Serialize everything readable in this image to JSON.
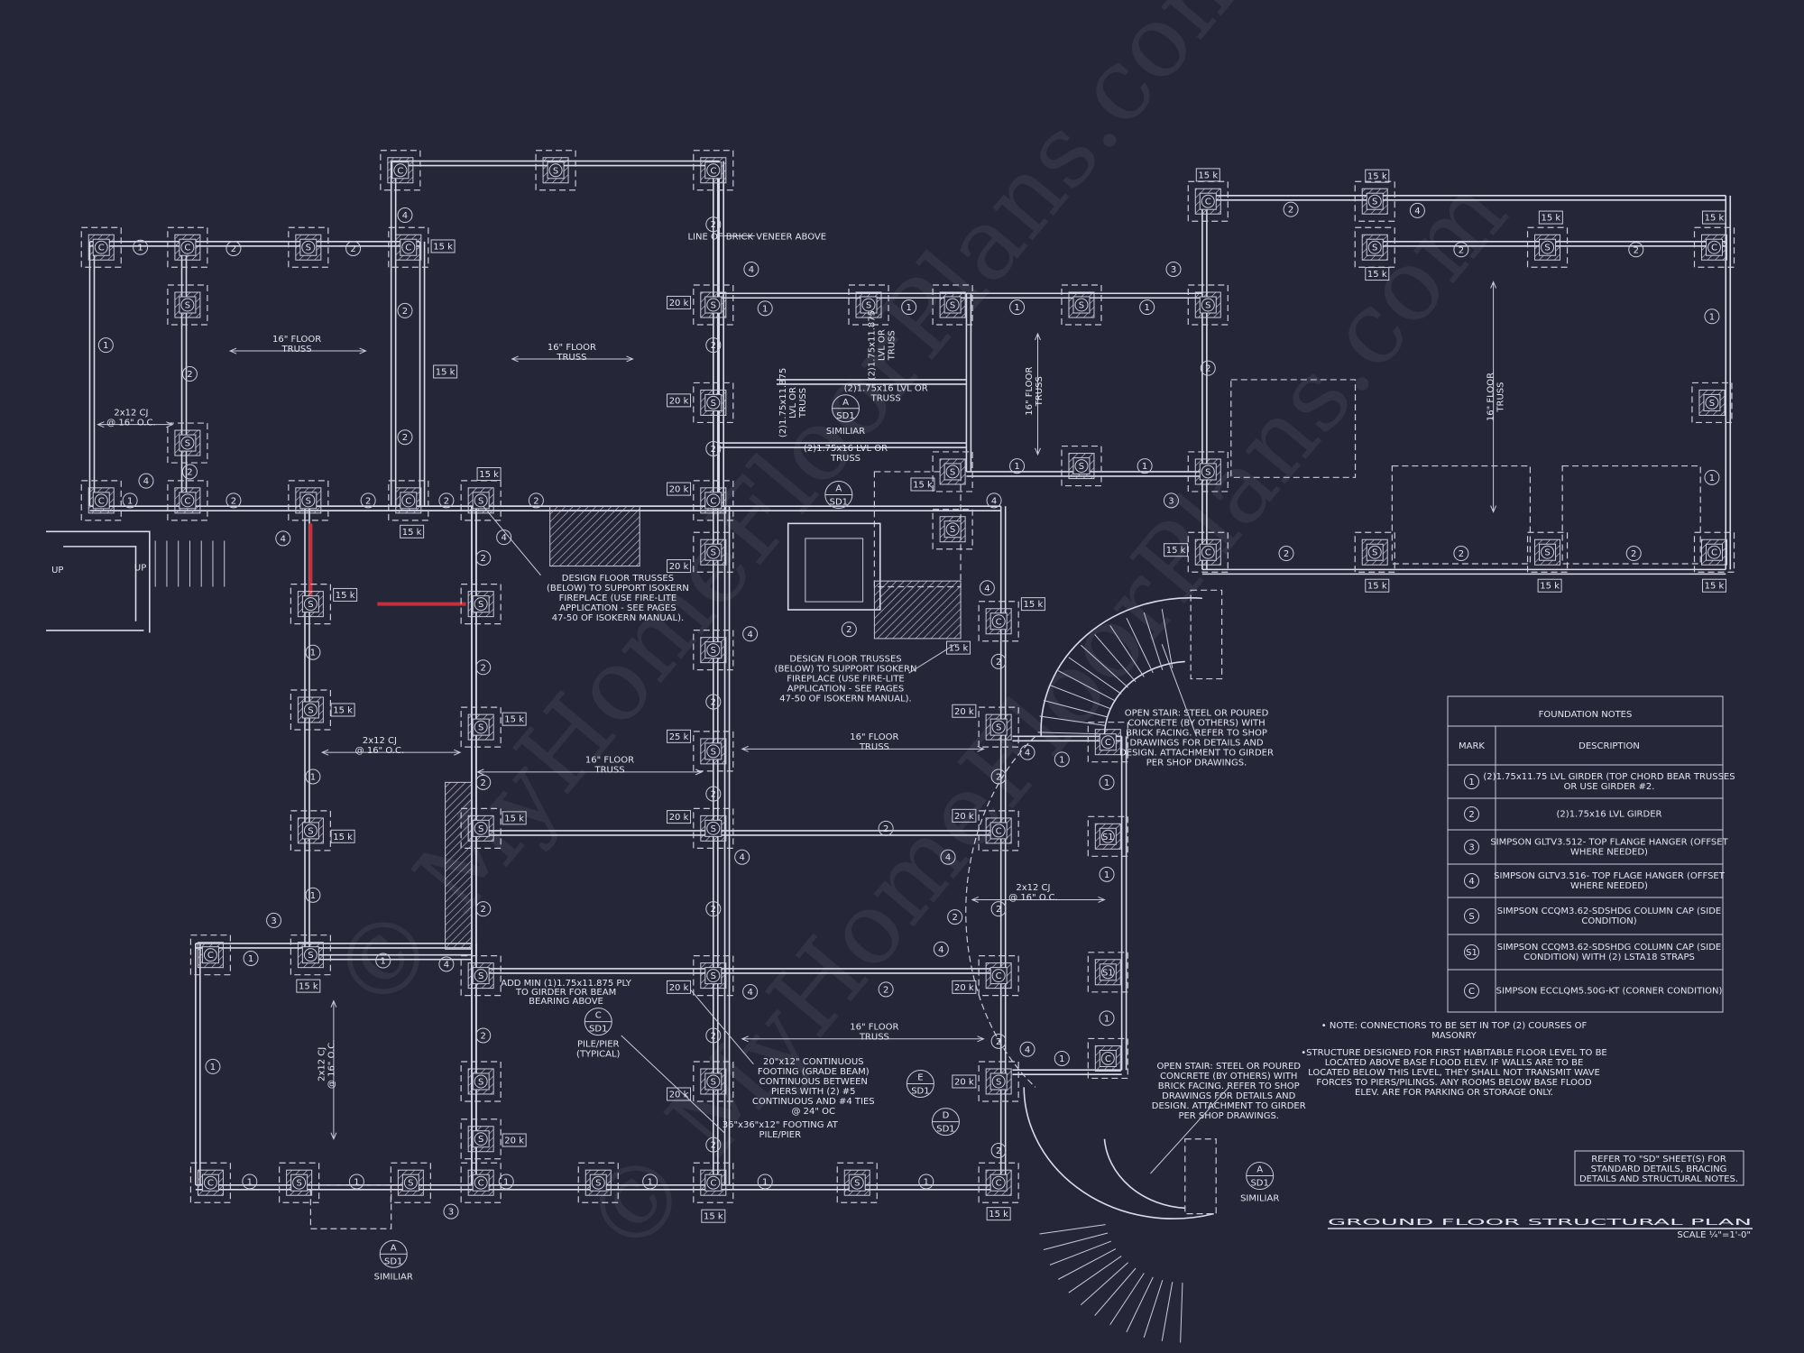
{
  "sheet": {
    "title": "GROUND FLOOR STRUCTURAL PLAN",
    "scale": "SCALE ¼\"=1'-0\"",
    "refer_note": [
      "REFER TO \"SD\"  SHEET(S) FOR",
      "STANDARD DETAILS, BRACING",
      "DETAILS AND STRUCTURAL NOTES."
    ],
    "watermark": "© MyHomeFloorPlans.com",
    "colors": {
      "background": "#252638",
      "linework": "#d9dbe8",
      "highlight_wall": "#c4303c"
    }
  },
  "foundation_notes": {
    "title": "FOUNDATION NOTES",
    "col_mark": "MARK",
    "col_description": "DESCRIPTION",
    "rows": [
      {
        "mark": "1",
        "description": [
          "(2)1.75x11.75 LVL GIRDER (TOP CHORD BEAR TRUSSES",
          "OR USE GIRDER #2."
        ]
      },
      {
        "mark": "2",
        "description": [
          "(2)1.75x16 LVL GIRDER"
        ]
      },
      {
        "mark": "3",
        "description": [
          "SIMPSON GLTV3.512- TOP FLANGE HANGER (OFFSET",
          "WHERE NEEDED)"
        ]
      },
      {
        "mark": "4",
        "description": [
          "SIMPSON GLTV3.516- TOP FLAGE HANGER (OFFSET",
          "WHERE NEEDED)"
        ]
      },
      {
        "mark": "S",
        "description": [
          "SIMPSON CCQM3.62-SDSHDG COLUMN CAP (SIDE",
          "CONDITION)"
        ]
      },
      {
        "mark": "S1",
        "description": [
          "SIMPSON CCQM3.62-SDSHDG COLUMN CAP (SIDE",
          "CONDITION) WITH (2) LSTA18 STRAPS"
        ]
      },
      {
        "mark": "C",
        "description": [
          "SIMPSON ECCLQM5.50G-KT (CORNER CONDITION)"
        ]
      }
    ],
    "notes": [
      [
        "• NOTE: CONNECTIORS TO BE SET IN TOP (2) COURSES OF",
        "MASONRY"
      ],
      [
        "•STRUCTURE DESIGNED FOR FIRST HABITABLE FLOOR LEVEL TO BE",
        "LOCATED ABOVE BASE FLOOD ELEV. IF WALLS ARE TO BE",
        "LOCATED BELOW THIS LEVEL, THEY SHALL NOT TRANSMIT WAVE",
        "FORCES TO  PIERS/PILINGS.  ANY ROOMS BELOW BASE FLOOD",
        "ELEV. ARE FOR PARKING OR STORAGE ONLY."
      ]
    ]
  },
  "plan": {
    "loads": [
      "15 k",
      "15 k",
      "15 k",
      "15 k",
      "15 k",
      "15 k",
      "15 k",
      "15 k",
      "15 k",
      "15 k",
      "20 k",
      "20 k",
      "20 k",
      "20 k",
      "20 k",
      "25 k",
      "20 k",
      "20 k",
      "20 k",
      "15 k",
      "15 k",
      "15 k",
      "15 k",
      "20 k",
      "20 k",
      "20 k",
      "20 k",
      "15 k",
      "15 k",
      "15 k",
      "15 k",
      "15 k",
      "15 k",
      "15 k",
      "15 k",
      "15 k",
      "15 k"
    ],
    "floor_truss": [
      "16\" FLOOR",
      "TRUSS"
    ],
    "ceiling_joist": [
      "2x12 CJ",
      "@ 16\" O.C."
    ],
    "lvl_or_truss": [
      "(2)1.75x16 LVL OR",
      "TRUSS"
    ],
    "lvl_11875": [
      "(2)1.75x11.875",
      "LVL OR",
      "TRUSS"
    ],
    "brick_veneer": "LINE OF BRICK VENEER ABOVE",
    "up": "UP",
    "similar": "SIMILIAR",
    "pile_pier": [
      "PILE/PIER",
      "(TYPICAL)"
    ],
    "sheet_ref": "SD1",
    "detail_letters": [
      "A",
      "C",
      "D",
      "E"
    ],
    "fireplace_note": [
      "DESIGN FLOOR TRUSSES",
      "(BELOW) TO SUPPORT ISOKERN",
      "FIREPLACE (USE FIRE-LITE",
      "APPLICATION - SEE PAGES",
      "47-50 OF ISOKERN MANUAL)."
    ],
    "ply_note": [
      "ADD MIN (1)1.75x11.875 PLY",
      "TO GIRDER FOR BEAM",
      "BEARING ABOVE"
    ],
    "footing_note": [
      "20\"x12\" CONTINUOUS",
      "FOOTING (GRADE BEAM)",
      "CONTINUOUS BETWEEN",
      "PIERS WITH (2) #5",
      "CONTINUOUS AND #4 TIES",
      "@ 24\" OC"
    ],
    "pier_footing_note": [
      "36\"x36\"x12\" FOOTING AT",
      "PILE/PIER"
    ],
    "open_stair_note": [
      "OPEN STAIR: STEEL OR POURED",
      "CONCRETE (BY OTHERS) WITH",
      "BRICK FACING. REFER TO SHOP",
      "DRAWINGS FOR DETAILS AND",
      "DESIGN. ATTACHMENT TO GIRDER",
      "PER SHOP DRAWINGS."
    ]
  }
}
